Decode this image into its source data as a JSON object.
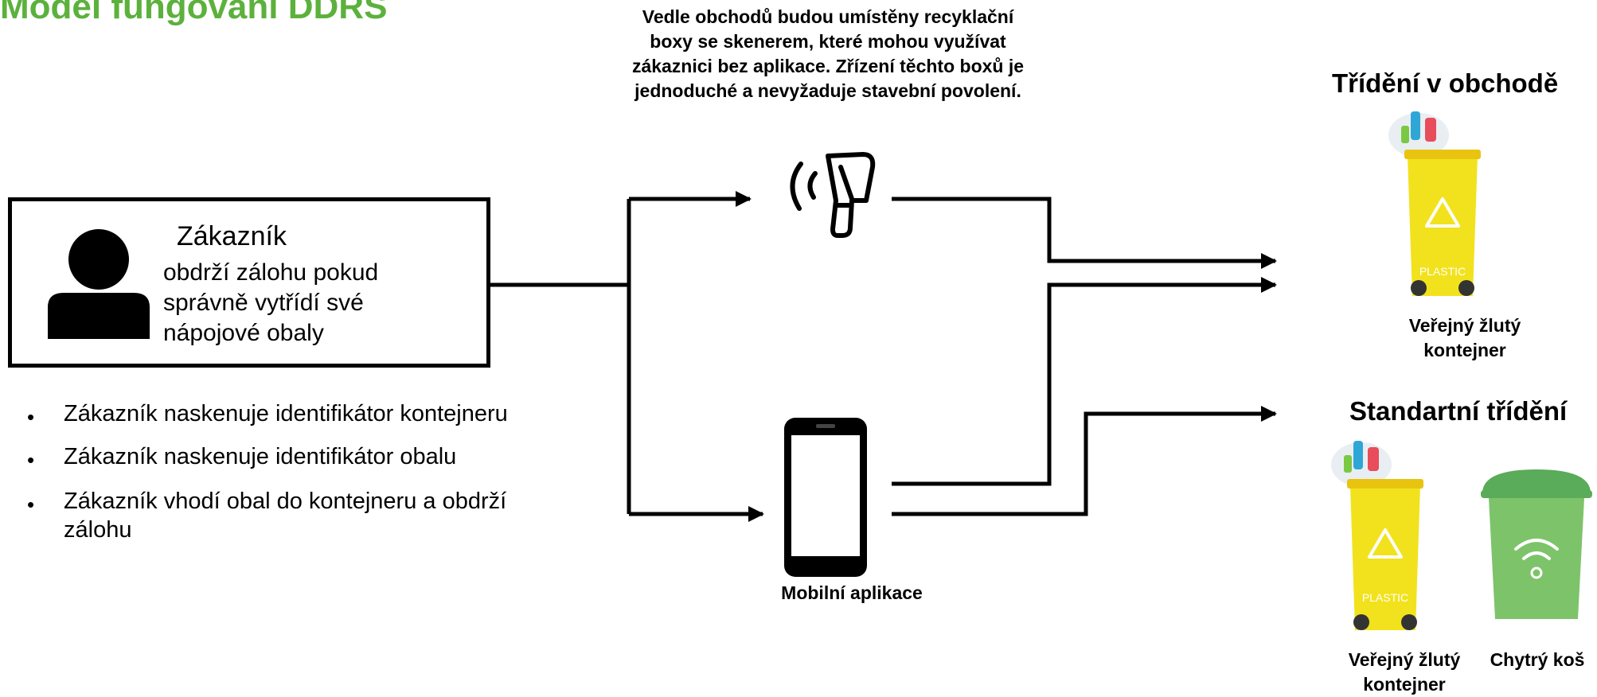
{
  "title": "Model fungování DDRS",
  "scanner_note": "Vedle obchodů budou umístěny recyklační boxy se skenerem, které mohou využívat zákaznici bez aplikace. Zřízení těchto boxů je jednoduché a nevyžaduje stavební povolení.",
  "customer": {
    "name": "Zákazník",
    "description": "obdrží zálohu pokud správně vytřídí své nápojové obaly",
    "icon": "person-icon"
  },
  "steps": [
    "Zákazník naskenuje identifikátor kontejneru",
    "Zákazník naskenuje identifikátor obalu",
    "Zákazník vhodí obal do kontejneru a obdrží zálohu"
  ],
  "bullet_symbol": "•",
  "phone": {
    "label": "Mobilní aplikace",
    "icon": "smartphone-icon"
  },
  "scanner": {
    "icon": "barcode-scanner-icon"
  },
  "store_sorting": {
    "heading": "Třídění v obchodě",
    "bin_caption": "Veřejný žlutý kontejner",
    "bin_text": "PLASTIC"
  },
  "standard_sorting": {
    "heading": "Standartní třídění",
    "bin_caption": "Veřejný žlutý kontejner",
    "bin_text": "PLASTIC",
    "smart_bin_caption": "Chytrý koš"
  },
  "colors": {
    "title": "#5cb13c",
    "yellow_bin": "#f2e21d",
    "green_bin": "#7dc36a",
    "line": "#000000"
  }
}
